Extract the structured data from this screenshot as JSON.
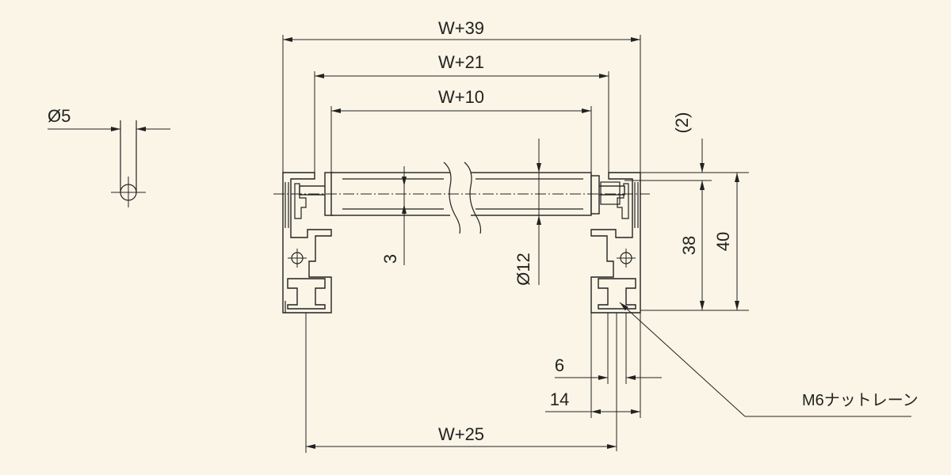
{
  "labels": {
    "pin_dia": "Ø5",
    "overall_width": "W+39",
    "frame_width": "W+21",
    "roller_width": "W+10",
    "mount_width": "W+25",
    "clearance": "(2)",
    "roller_offset": "3",
    "roller_dia": "Ø12",
    "height_roller": "38",
    "height_total": "40",
    "slot_width": "6",
    "flange_width": "14",
    "nut_lane": "M6ナットレーン"
  }
}
